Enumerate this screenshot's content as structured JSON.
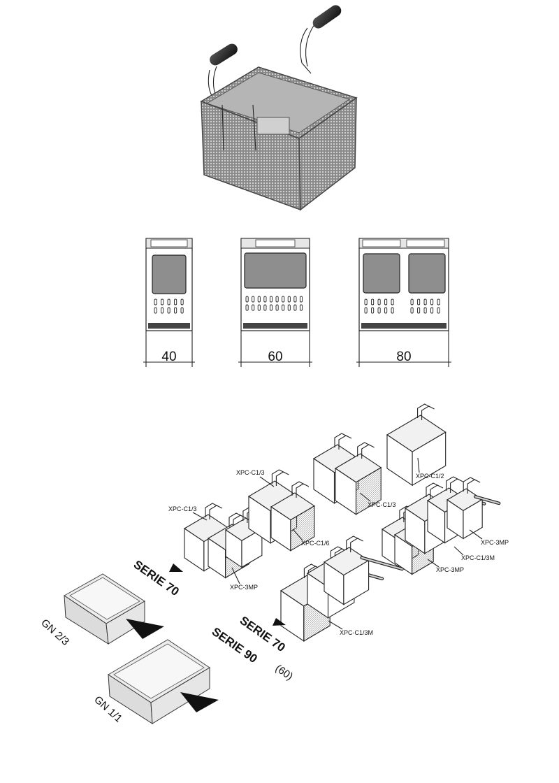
{
  "sizes": [
    "40",
    "60",
    "80"
  ],
  "serie_labels": {
    "upper": "SERIE 70",
    "lower_line1": "SERIE 70",
    "lower_line2": "SERIE 90",
    "lower_paren": "(60)"
  },
  "gn_labels": [
    "GN 2/3",
    "GN 1/1"
  ],
  "basket_labels": [
    "XPC-C1/3",
    "XPC-C1/3",
    "XPC-3MP",
    "XPC-C1/6",
    "XPC-C1/3",
    "XPC-C1/2",
    "XPC-3MP",
    "XPC-C1/3M",
    "XPC-3MP",
    "XPC-C1/3M"
  ]
}
